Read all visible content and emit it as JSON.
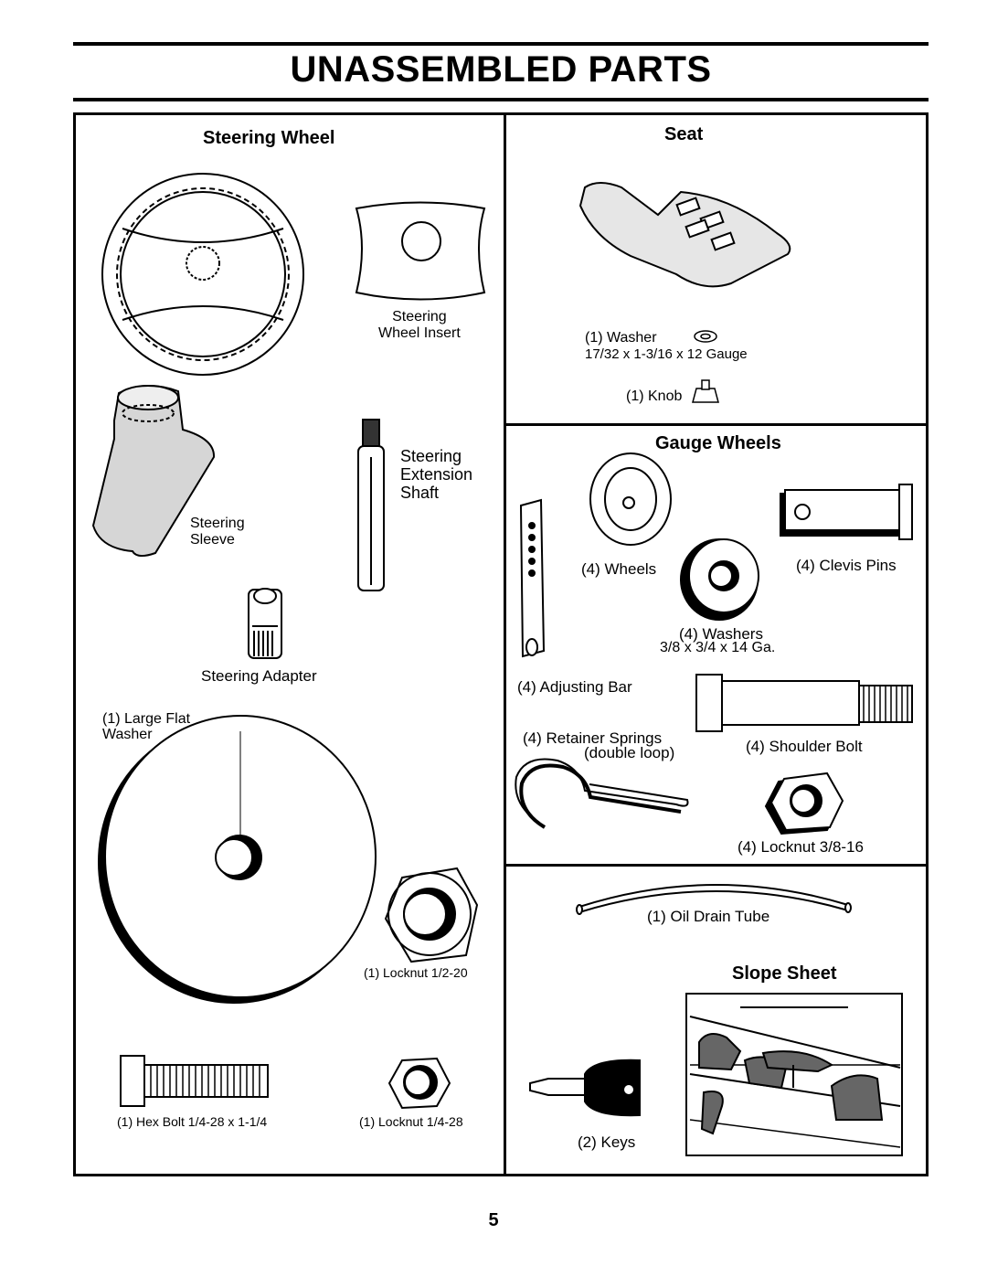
{
  "page": {
    "title": "UNASSEMBLED PARTS",
    "page_number": "5"
  },
  "steering_wheel": {
    "heading": "Steering Wheel",
    "insert_label": "Steering\nWheel Insert",
    "shaft_label": "Steering\nExtension\nShaft",
    "sleeve_label": "Steering\nSleeve",
    "adapter_label": "Steering Adapter",
    "washer_label": "(1) Large Flat\nWasher",
    "locknut_large_label": "(1) Locknut  1/2-20",
    "hex_bolt_label": "(1) Hex Bolt  1/4-28 x 1-1/4",
    "locknut_small_label": "(1) Locknut  1/4-28"
  },
  "seat": {
    "heading": "Seat",
    "washer_label": "(1) Washer",
    "washer_spec": "17/32 x 1-3/16 x 12 Gauge",
    "knob_label": "(1) Knob"
  },
  "gauge_wheels": {
    "heading": "Gauge Wheels",
    "wheels_label": "(4) Wheels",
    "clevis_label": "(4) Clevis Pins",
    "washers_label": "(4) Washers",
    "washers_spec": "3/8 x 3/4 x 14 Ga.",
    "adjusting_bar_label": "(4) Adjusting Bar",
    "retainer_label": "(4)  Retainer Springs",
    "retainer_spec": "(double loop)",
    "shoulder_bolt_label": "(4) Shoulder Bolt",
    "locknut_label": "(4) Locknut  3/8-16"
  },
  "misc": {
    "oil_tube_label": "(1) Oil Drain Tube",
    "slope_heading": "Slope Sheet",
    "keys_label": "(2) Keys"
  }
}
